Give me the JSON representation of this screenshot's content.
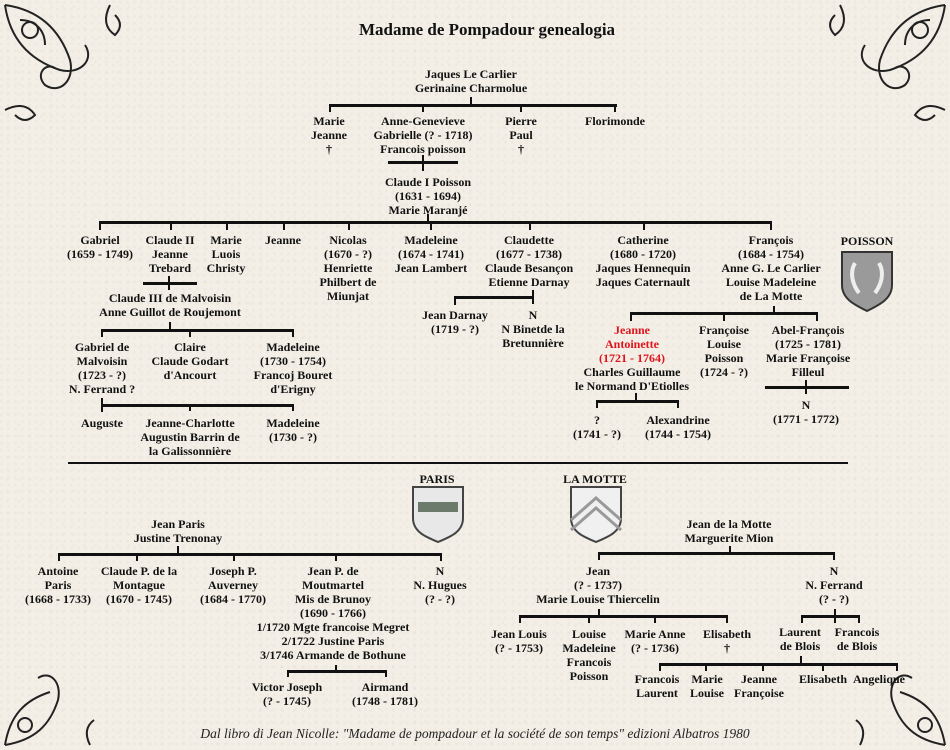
{
  "title": "Madame de Pompadour genealogia",
  "poisson": {
    "root": "Jaques Le Carlier\nGerinaine Charmolue",
    "marie": "Marie\nJeanne\n†",
    "anne": "Anne-Genevieve\nGabrielle (? - 1718)\nFrancois poisson",
    "pierre": "Pierre\nPaul\n†",
    "florimonde": "Florimonde",
    "claude1": "Claude I Poisson\n(1631 - 1694)\nMarie Maranjé",
    "gabriel": "Gabriel\n(1659 - 1749)",
    "claude2": "Claude II\nJeanne\nTrebard",
    "marie_luois": "Marie\nLuois\nChristy",
    "jeanne": "Jeanne",
    "nicolas": "Nicolas\n(1670 - ?)\nHenriette\nPhilbert de\nMiunjat",
    "madeleine": "Madeleine\n(1674 - 1741)\nJean Lambert",
    "claudette": "Claudette\n(1677 - 1738)\nClaude Besançon\nEtienne Darnay",
    "catherine": "Catherine\n(1680 - 1720)\nJaques Hennequin\nJaques Caternault",
    "francois": "François\n(1684 - 1754)\nAnne G. Le Carlier\nLouise Madeleine\nde La Motte",
    "claude3": "Claude III de Malvoisin\nAnne Guillot de Roujemont",
    "gabriel_malvoisin": "Gabriel de\nMalvoisin\n(1723 - ?)\nN. Ferrand ?",
    "claire": "Claire\nClaude Godart\nd'Ancourt",
    "madeleine2": "Madeleine\n(1730 - 1754)\nFrancoj Bouret\nd'Erigny",
    "auguste": "Auguste",
    "jeanne_charlotte": "Jeanne-Charlotte\nAugustin Barrin de\nla Galissonnière",
    "madeleine3": "Madeleine\n(1730 - ?)",
    "jean_darnay": "Jean Darnay\n(1719 - ?)",
    "n_binet": "N\nN Binetde la\nBretunnière",
    "jeanne_antoinette": "Jeanne\nAntoinette\n(1721 - 1764)",
    "jeanne_spouse": "Charles Guillaume\nle Normand D'Etiolles",
    "francoise": "Françoise\nLouise\nPoisson\n(1724 - ?)",
    "abel": "Abel-François\n(1725 - 1781)\nMarie Françoise\nFilleul",
    "abel_child": "N\n(1771 - 1772)",
    "unknown_child": "?\n(1741 - ?)",
    "alexandrine": "Alexandrine\n(1744 - 1754)",
    "crest_label": "POISSON"
  },
  "paris": {
    "crest_label": "PARIS",
    "root": "Jean Paris\nJustine Trenonay",
    "antoine": "Antoine\nParis\n(1668 - 1733)",
    "claude": "Claude P. de la\nMontague\n(1670 - 1745)",
    "joseph": "Joseph P.\nAuverney\n(1684 - 1770)",
    "jean": "Jean P. de\nMoutmartel\nMis de Brunoy\n(1690 - 1766)\n1/1720 Mgte francoise Megret\n2/1722 Justine Paris\n3/1746 Armande de Bothune",
    "n": "N\nN. Hugues\n(? - ?)",
    "victor": "Victor Joseph\n(? - 1745)",
    "airmand": "Airmand\n(1748 - 1781)"
  },
  "lamotte": {
    "crest_label": "LA MOTTE",
    "root": "Jean de la Motte\nMarguerite Mion",
    "jean": "Jean\n(? - 1737)\nMarie Louise Thiercelin",
    "n": "N\nN. Ferrand\n(? - ?)",
    "jean_louis": "Jean Louis\n(? - 1753)",
    "louise": "Louise\nMadeleine\nFrancois\nPoisson",
    "marie_anne": "Marie Anne\n(? - 1736)",
    "elisabeth": "Elisabeth\n†",
    "laurent": "Laurent\nde Blois",
    "francois_blois": "Francois\nde Blois",
    "francois_laurent": "Francois\nLaurent",
    "marie_louise": "Marie\nLouise",
    "jeanne_francoise": "Jeanne\nFrançoise",
    "elisabeth2": "Elisabeth",
    "angelique": "Angelique"
  },
  "footer": "Dal libro di Jean Nicolle: \"Madame de pompadour et la société de son temps\" edizioni Albatros 1980",
  "colors": {
    "highlight": "#e0141c",
    "background": "#f3efe6"
  }
}
